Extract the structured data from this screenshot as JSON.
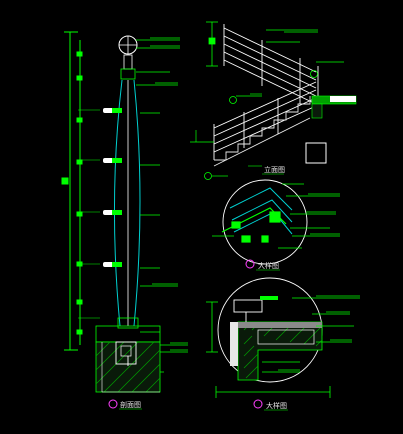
{
  "drawing": {
    "background": "#000000",
    "colors": {
      "dimension": "#00ff00",
      "outline": "#ffffff",
      "stair": "#e8e8e8",
      "cyan_line": "#00d0d0",
      "hatch": "#00a000",
      "marker_ring": "#ff40ff",
      "fill_gray": "#8a8a8a"
    },
    "views": [
      {
        "id": "handrail-section-view",
        "caption": "剖面图"
      },
      {
        "id": "stair-elevation-view",
        "caption": "立面图"
      },
      {
        "id": "handrail-corner-detail",
        "caption": "大样图"
      },
      {
        "id": "stair-nosing-detail",
        "caption": "大样图"
      }
    ]
  }
}
